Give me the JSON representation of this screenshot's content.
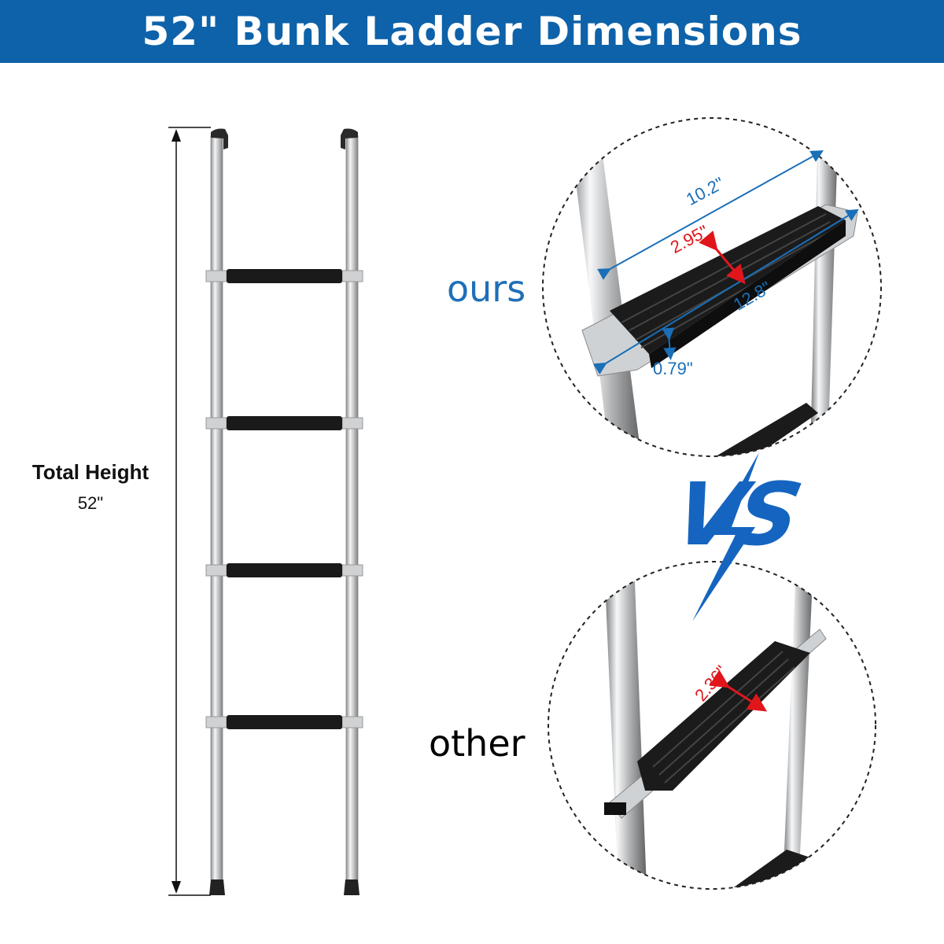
{
  "banner": {
    "title": "52\" Bunk Ladder Dimensions"
  },
  "total_height": {
    "label": "Total Height",
    "value": "52\""
  },
  "comparison": {
    "ours_label": "ours",
    "other_label": "other",
    "vs_label": "VS",
    "ours_dimensions": {
      "width_top": "10.2\"",
      "depth": "2.95\"",
      "width_bottom": "12.8\"",
      "thickness": "0.79\""
    },
    "other_dimensions": {
      "depth": "2.36\""
    }
  },
  "colors": {
    "banner": "#0d62a9",
    "ours_label": "#1e6fb8",
    "dimension_blue": "#1a6fb8",
    "dimension_red": "#e0161b",
    "tread": "#1a1a1a",
    "rail": "#c8cacc"
  }
}
